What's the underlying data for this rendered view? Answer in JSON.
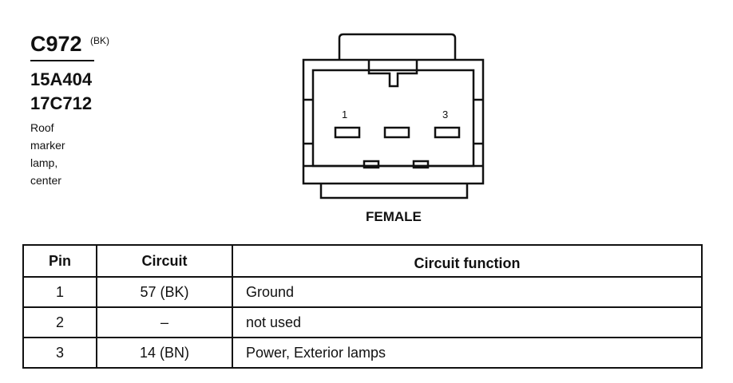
{
  "connector": {
    "id": "C972",
    "color": "(BK)",
    "parts": [
      "15A404",
      "17C712"
    ],
    "description": [
      "Roof",
      "marker",
      "lamp,",
      "center"
    ]
  },
  "diagram": {
    "label": "FEMALE",
    "pin_labels": {
      "left": "1",
      "right": "3"
    }
  },
  "table": {
    "headers": {
      "pin": "Pin",
      "circuit": "Circuit",
      "function": "Circuit function"
    },
    "rows": [
      {
        "pin": "1",
        "circuit": "57 (BK)",
        "function": "Ground"
      },
      {
        "pin": "2",
        "circuit": "–",
        "function": "not used"
      },
      {
        "pin": "3",
        "circuit": "14 (BN)",
        "function": "Power, Exterior lamps"
      }
    ]
  }
}
